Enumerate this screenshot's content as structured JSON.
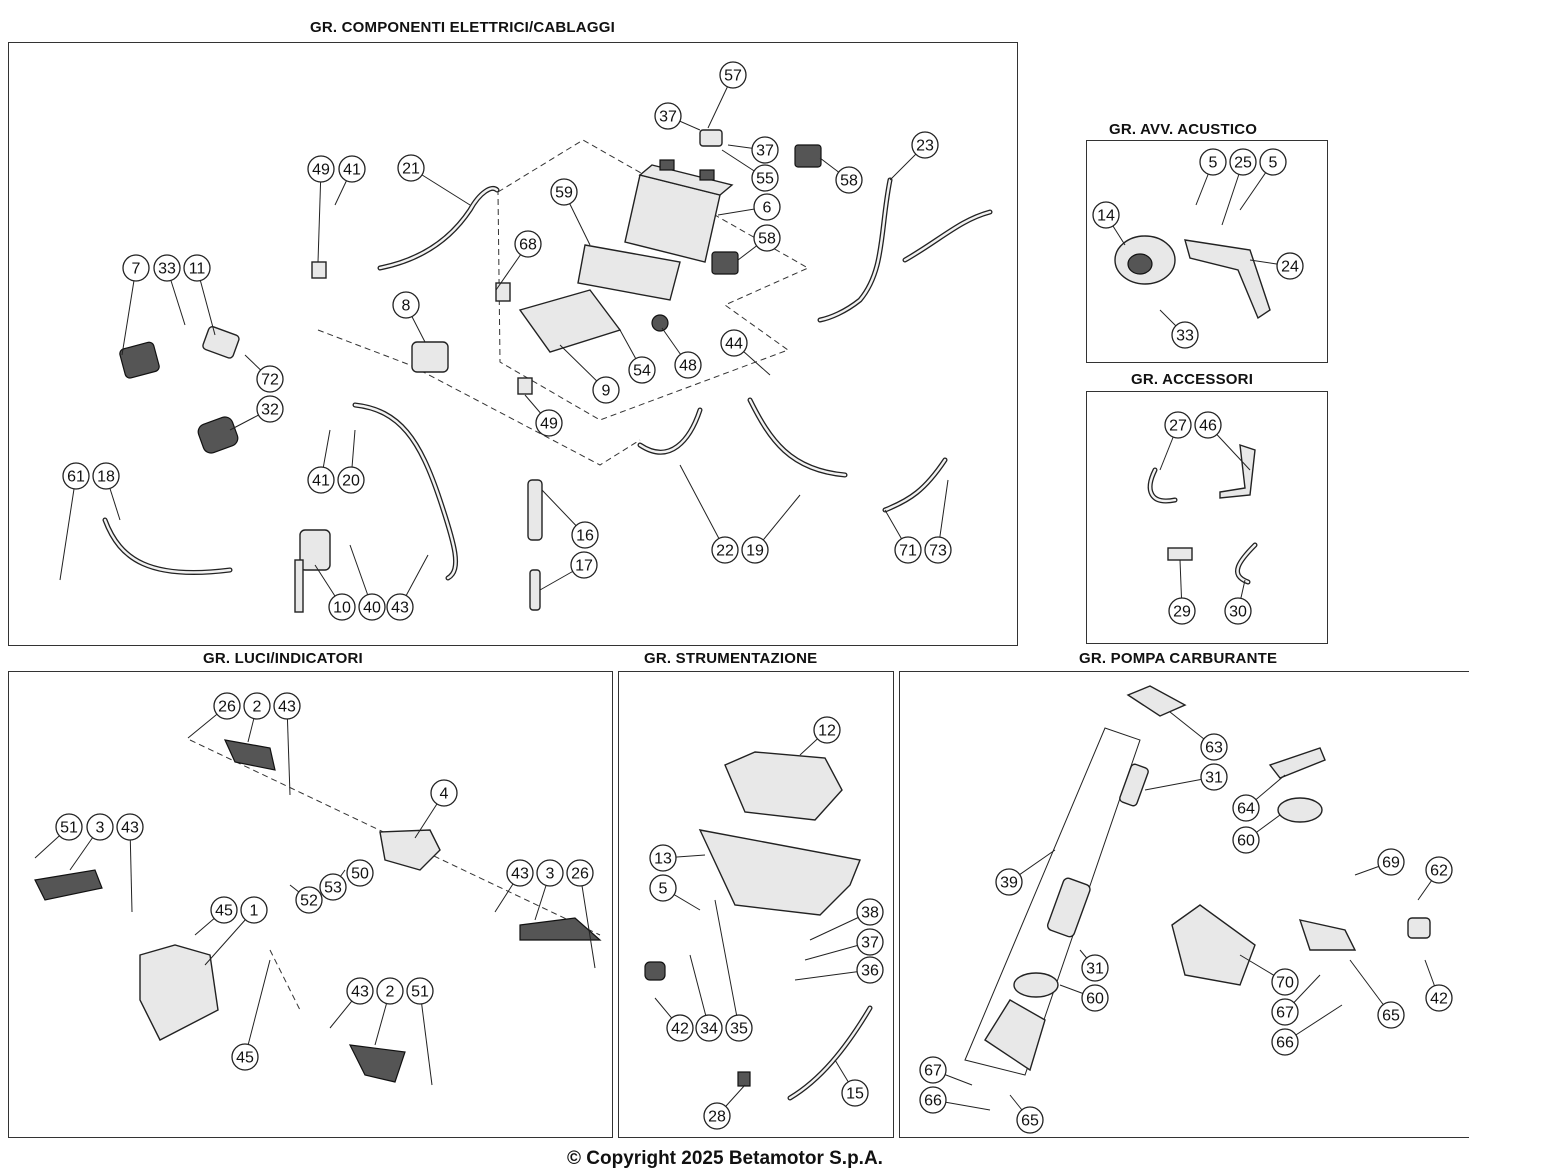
{
  "groups": {
    "electrical": "GR. COMPONENTI ELETTRICI/CABLAGGI",
    "horn": "GR. AVV. ACUSTICO",
    "accessories": "GR. ACCESSORI",
    "lights": "GR. LUCI/INDICATORI",
    "instruments": "GR. STRUMENTAZIONE",
    "fuel_pump": "GR. POMPA CARBURANTE"
  },
  "callouts": {
    "electrical": [
      "57",
      "37",
      "37",
      "55",
      "58",
      "23",
      "49",
      "41",
      "21",
      "59",
      "6",
      "58",
      "68",
      "7",
      "33",
      "11",
      "8",
      "72",
      "32",
      "54",
      "48",
      "44",
      "9",
      "49",
      "61",
      "18",
      "41",
      "20",
      "16",
      "22",
      "19",
      "71",
      "73",
      "17",
      "10",
      "40",
      "43"
    ],
    "horn": [
      "5",
      "25",
      "5",
      "14",
      "24",
      "33"
    ],
    "accessories": [
      "27",
      "46",
      "29",
      "30"
    ],
    "lights": [
      "26",
      "2",
      "43",
      "4",
      "51",
      "3",
      "43",
      "53",
      "50",
      "43",
      "3",
      "26",
      "45",
      "1",
      "52",
      "43",
      "2",
      "51",
      "45"
    ],
    "instruments": [
      "12",
      "13",
      "5",
      "38",
      "37",
      "36",
      "42",
      "34",
      "35",
      "15",
      "28"
    ],
    "fuel_pump": [
      "63",
      "31",
      "64",
      "60",
      "69",
      "62",
      "39",
      "31",
      "60",
      "70",
      "67",
      "65",
      "42",
      "66",
      "67",
      "66",
      "65"
    ]
  },
  "footer": "© Copyright 2025 Betamotor S.p.A."
}
